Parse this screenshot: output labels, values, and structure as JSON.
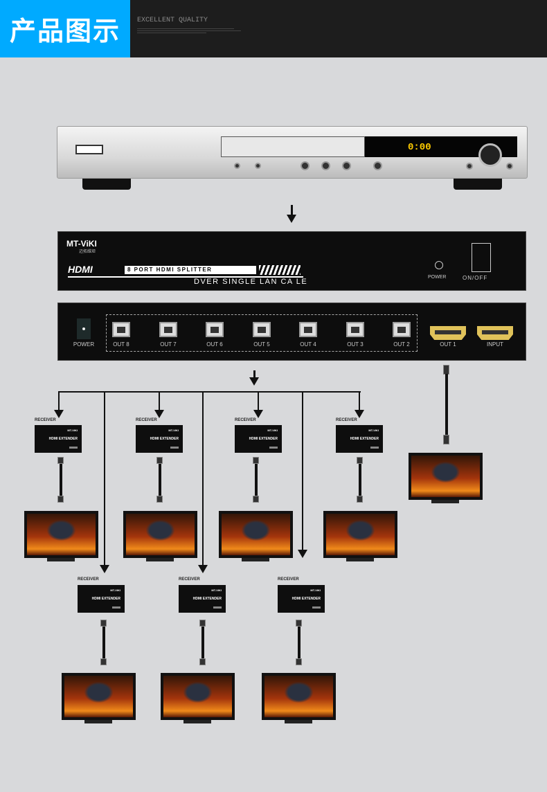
{
  "header": {
    "title": "产品图示",
    "subtitle": "EXCELLENT QUALITY"
  },
  "dvd": {
    "display": "0:00"
  },
  "splitter": {
    "brand": "MT-ViKI",
    "brand_cn": "迈拓维矩",
    "logo": "HDMI",
    "model": "8 PORT HDMI SPLITTER",
    "tagline": "DVER SINGLE LAN CA LE",
    "power": "POWER",
    "onoff": "ON/OFF"
  },
  "rear": {
    "power": "POWER",
    "ports": [
      "OUT 8",
      "OUT 7",
      "OUT 6",
      "OUT 5",
      "OUT 4",
      "OUT 3",
      "OUT 2"
    ],
    "hdmi_out": "OUT 1",
    "hdmi_in": "INPUT"
  },
  "receiver": {
    "label": "RECEIVER",
    "device": "HDMI EXTENDER",
    "brand": "MT-ViKI"
  },
  "colors": {
    "accent": "#00aaff",
    "header_dark": "#1d1d1d",
    "display": "#ffcc00",
    "hdmi_gold": "#e0c25a"
  }
}
